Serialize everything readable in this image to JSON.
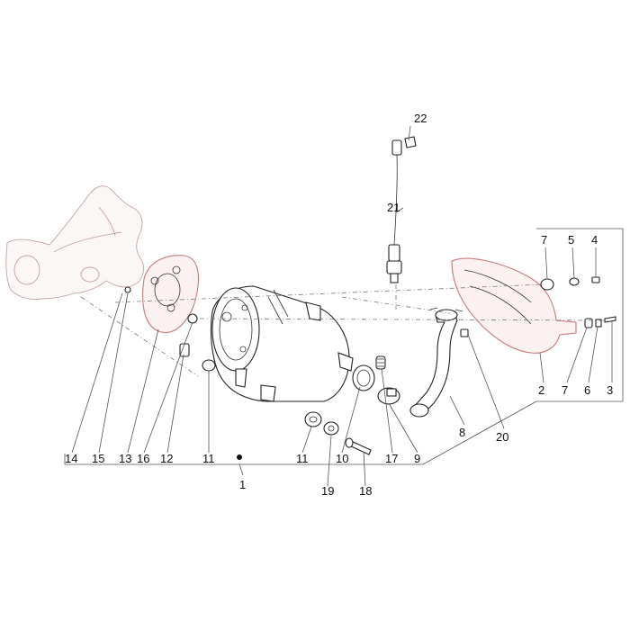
{
  "diagram": {
    "labels": [
      {
        "id": "22",
        "text": "22"
      },
      {
        "id": "21",
        "text": "21"
      },
      {
        "id": "7a",
        "text": "7"
      },
      {
        "id": "5",
        "text": "5"
      },
      {
        "id": "4",
        "text": "4"
      },
      {
        "id": "2",
        "text": "2"
      },
      {
        "id": "7b",
        "text": "7"
      },
      {
        "id": "6",
        "text": "6"
      },
      {
        "id": "3",
        "text": "3"
      },
      {
        "id": "20",
        "text": "20"
      },
      {
        "id": "8",
        "text": "8"
      },
      {
        "id": "9",
        "text": "9"
      },
      {
        "id": "17",
        "text": "17"
      },
      {
        "id": "10",
        "text": "10"
      },
      {
        "id": "11b",
        "text": "11"
      },
      {
        "id": "11a",
        "text": "11"
      },
      {
        "id": "12",
        "text": "12"
      },
      {
        "id": "16",
        "text": "16"
      },
      {
        "id": "13",
        "text": "13"
      },
      {
        "id": "15",
        "text": "15"
      },
      {
        "id": "14",
        "text": "14"
      },
      {
        "id": "1",
        "text": "1"
      },
      {
        "id": "19",
        "text": "19"
      },
      {
        "id": "18",
        "text": "18"
      }
    ]
  }
}
